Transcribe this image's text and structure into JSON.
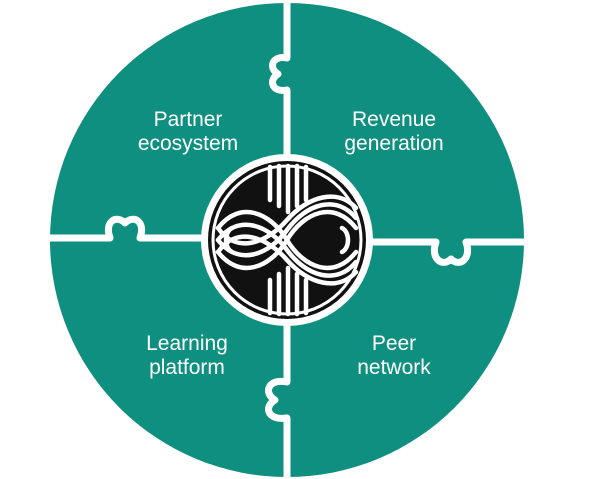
{
  "colors": {
    "piece_fill": "#0f8f7f",
    "gap": "#ffffff",
    "emblem_fill": "#111111",
    "emblem_line": "#ffffff",
    "label_text": "#ffffff"
  },
  "quadrants": [
    {
      "id": "top-left",
      "line1": "Partner",
      "line2": "ecosystem"
    },
    {
      "id": "top-right",
      "line1": "Revenue",
      "line2": "generation"
    },
    {
      "id": "bottom-left",
      "line1": "Learning",
      "line2": "platform"
    },
    {
      "id": "bottom-right",
      "line1": "Peer",
      "line2": "network"
    }
  ],
  "center_icon": "interwoven-infinity-knot-icon"
}
